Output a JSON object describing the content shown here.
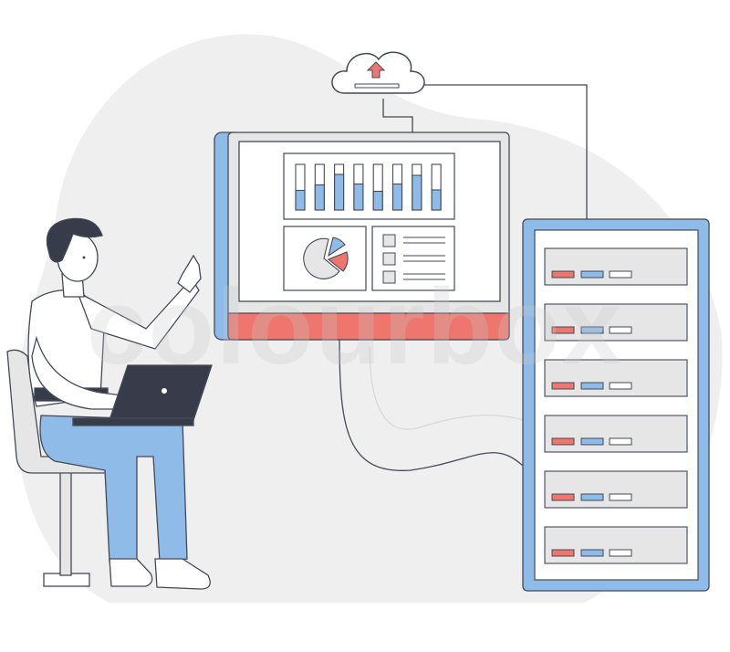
{
  "watermark": "colourbox",
  "colors": {
    "background_blob": "#efefef",
    "accent_blue": "#8fbbe9",
    "accent_red": "#ee766e",
    "outline": "#444a55",
    "laptop": "#383c4a"
  },
  "dashboard": {
    "bar_fill_fractions": [
      0.43,
      0.55,
      0.78,
      0.57,
      0.41,
      0.57,
      0.76,
      0.44
    ],
    "list_items": 3
  },
  "server": {
    "units": 6
  }
}
